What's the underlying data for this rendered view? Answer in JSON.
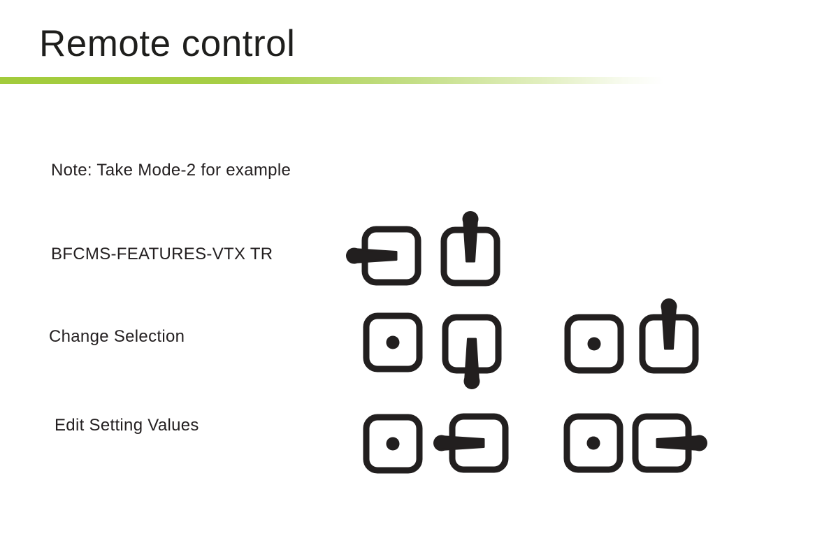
{
  "title": "Remote control",
  "note": "Note: Take Mode-2 for example",
  "rows": [
    {
      "label": "BFCMS-FEATURES-VTX TR",
      "combos": [
        {
          "left_stick": "left",
          "right_stick": "up"
        }
      ]
    },
    {
      "label": "Change Selection",
      "combos": [
        {
          "left_stick": "center",
          "right_stick": "down"
        },
        {
          "left_stick": "center",
          "right_stick": "up"
        }
      ]
    },
    {
      "label": "Edit Setting Values",
      "combos": [
        {
          "left_stick": "center",
          "right_stick": "left"
        },
        {
          "left_stick": "center",
          "right_stick": "right"
        }
      ]
    }
  ],
  "colors": {
    "accent_green": "#A2CB3B",
    "icon_black": "#221F1F",
    "text_black": "#231F20"
  }
}
